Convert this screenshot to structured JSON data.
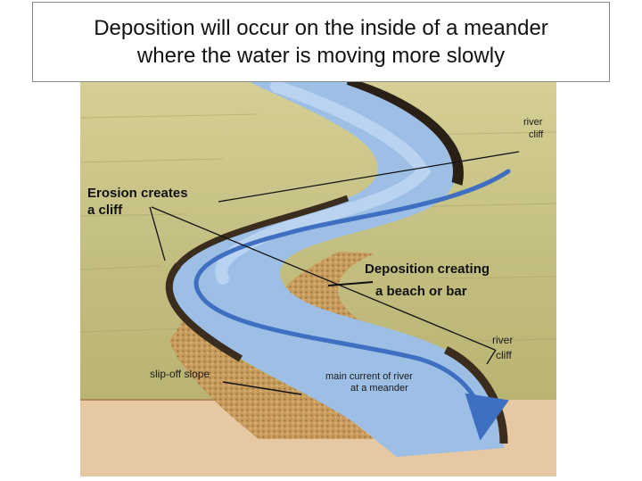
{
  "title": {
    "line1": "Deposition will occur on the inside of a meander",
    "line2": "where the water is moving more slowly"
  },
  "labels": {
    "river_cliff_top_1": "river",
    "river_cliff_top_2": "cliff",
    "erosion_1": "Erosion creates",
    "erosion_2": "a cliff",
    "deposition_1": "Deposition creating",
    "deposition_2": "a beach or bar",
    "river_cliff_bottom_1": "river",
    "river_cliff_bottom_2": "cliff",
    "slip_off": "slip-off slope",
    "current_1": "main current of river",
    "current_2": "at a meander"
  },
  "colors": {
    "water": "#9dbfe6",
    "current": "#3f6fc0",
    "grass": "#c9c48a",
    "sand": "#c79a5a",
    "soil": "#e8c9a3"
  }
}
